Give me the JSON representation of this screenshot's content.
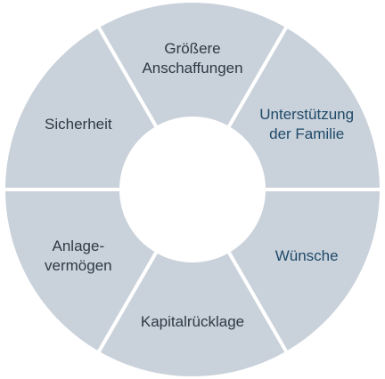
{
  "diagram": {
    "segments": [
      {
        "label_lines": [
          "Größere",
          "Anschaffungen"
        ],
        "text_color": "#2d3a45",
        "fill": "#c9d1da"
      },
      {
        "label_lines": [
          "Unterstützung",
          "der Familie"
        ],
        "text_color": "#1f4a6a",
        "fill": "#c9d1da"
      },
      {
        "label_lines": [
          "Wünsche"
        ],
        "text_color": "#1f4a6a",
        "fill": "#c9d1da"
      },
      {
        "label_lines": [
          "Kapitalrücklage"
        ],
        "text_color": "#2d3a45",
        "fill": "#c9d1da"
      },
      {
        "label_lines": [
          "Anlage-",
          "vermögen"
        ],
        "text_color": "#2d3a45",
        "fill": "#c9d1da"
      },
      {
        "label_lines": [
          "Sicherheit"
        ],
        "text_color": "#2d3a45",
        "fill": "#c9d1da"
      }
    ],
    "center_fill": "#ffffff"
  }
}
